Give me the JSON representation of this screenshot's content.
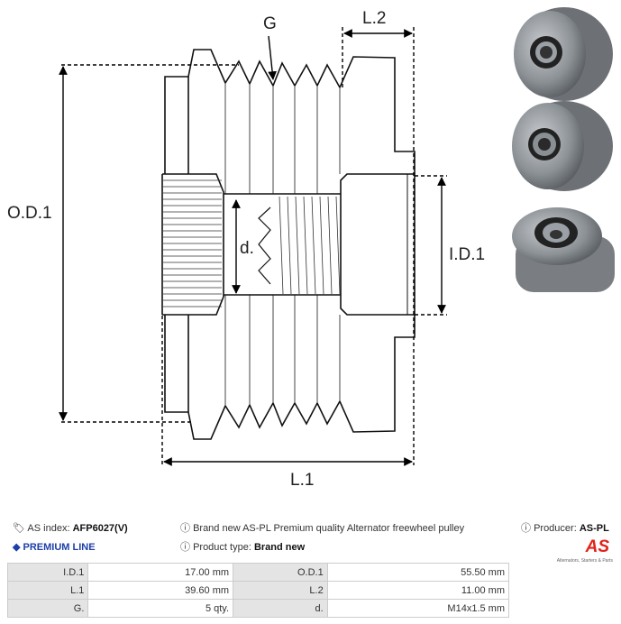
{
  "drawing": {
    "labels": {
      "G": "G",
      "L2": "L.2",
      "OD1": "O.D.1",
      "ID1": "I.D.1",
      "d": "d.",
      "L1": "L.1"
    }
  },
  "info": {
    "as_index_label": "AS index:",
    "as_index_value": "AFP6027(V)",
    "premium_line": "PREMIUM LINE",
    "description": "Brand new AS-PL Premium quality Alternator freewheel pulley",
    "product_type_label": "Product type:",
    "product_type_value": "Brand new",
    "producer_label": "Producer:",
    "producer_value": "AS-PL",
    "logo_text": "AS",
    "logo_tagline": "Alternators, Starters & Parts",
    "icons": {
      "tags": "tags-icon",
      "diamond": "diamond-icon",
      "info": "info-circle-icon"
    },
    "premium_color": "#1d3fa8",
    "logo_color": "#e2231a"
  },
  "specs": [
    [
      {
        "k": "I.D.1",
        "v": "17.00 mm"
      },
      {
        "k": "O.D.1",
        "v": "55.50 mm"
      }
    ],
    [
      {
        "k": "L.1",
        "v": "39.60 mm"
      },
      {
        "k": "L.2",
        "v": "11.00 mm"
      }
    ],
    [
      {
        "k": "G.",
        "v": "5 qty."
      },
      {
        "k": "d.",
        "v": "M14x1.5 mm"
      }
    ]
  ]
}
